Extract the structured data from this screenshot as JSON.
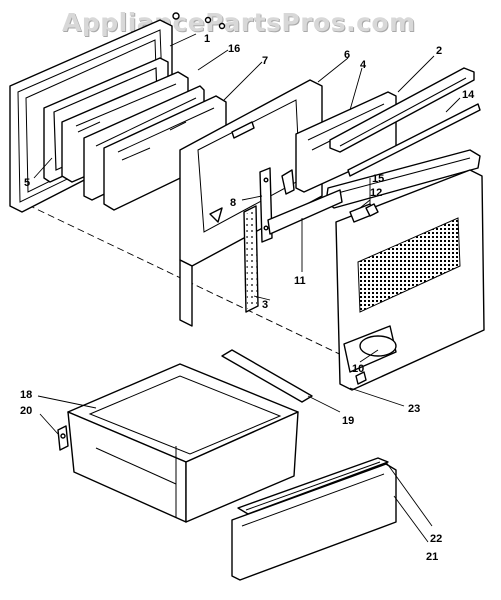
{
  "watermark": "AppliancePartsPros.com",
  "callouts": [
    "1",
    "2",
    "3",
    "4",
    "5",
    "6",
    "7",
    "8",
    "10",
    "11",
    "12",
    "14",
    "15",
    "16",
    "18",
    "19",
    "20",
    "21",
    "22",
    "23"
  ]
}
